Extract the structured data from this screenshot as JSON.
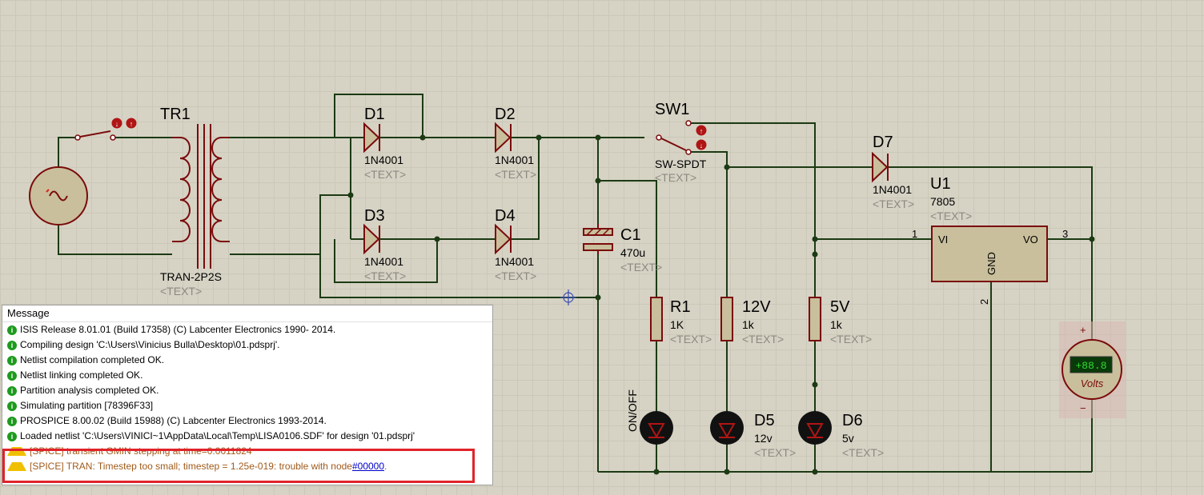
{
  "components": {
    "tr1": {
      "ref": "TR1",
      "value": "TRAN-2P2S",
      "text": "<TEXT>"
    },
    "d1": {
      "ref": "D1",
      "value": "1N4001",
      "text": "<TEXT>"
    },
    "d2": {
      "ref": "D2",
      "value": "1N4001",
      "text": "<TEXT>"
    },
    "d3": {
      "ref": "D3",
      "value": "1N4001",
      "text": "<TEXT>"
    },
    "d4": {
      "ref": "D4",
      "value": "1N4001",
      "text": "<TEXT>"
    },
    "d7": {
      "ref": "D7",
      "value": "1N4001",
      "text": "<TEXT>"
    },
    "sw1": {
      "ref": "SW1",
      "value": "SW-SPDT",
      "text": "<TEXT>"
    },
    "c1": {
      "ref": "C1",
      "value": "470u",
      "text": "<TEXT>"
    },
    "r1": {
      "ref": "R1",
      "value": "1K",
      "text": "<TEXT>"
    },
    "r12v": {
      "ref": "12V",
      "value": "1k",
      "text": "<TEXT>"
    },
    "r5v": {
      "ref": "5V",
      "value": "1k",
      "text": "<TEXT>"
    },
    "u1": {
      "ref": "U1",
      "value": "7805",
      "text": "<TEXT>",
      "pin_vi": "VI",
      "pin_vo": "VO",
      "pin_gnd": "GND",
      "pin1": "1",
      "pin2": "2",
      "pin3": "3"
    },
    "d5": {
      "ref": "D5",
      "value": "12v",
      "text": "<TEXT>"
    },
    "d6": {
      "ref": "D6",
      "value": "5v",
      "text": "<TEXT>"
    },
    "led_onoff": {
      "label": "ON/OFF"
    },
    "voltmeter": {
      "reading": "+88.8",
      "unit": "Volts",
      "plus": "+",
      "minus": "−"
    }
  },
  "messages": {
    "header": "Message",
    "items": [
      {
        "type": "info",
        "text": "ISIS Release 8.01.01 (Build 17358) (C) Labcenter Electronics 1990- 2014."
      },
      {
        "type": "info",
        "text": "Compiling design 'C:\\Users\\Vinicius Bulla\\Desktop\\01.pdsprj'."
      },
      {
        "type": "info",
        "text": "Netlist compilation completed OK."
      },
      {
        "type": "info",
        "text": "Netlist linking completed OK."
      },
      {
        "type": "info",
        "text": "Partition analysis completed OK."
      },
      {
        "type": "info",
        "text": "Simulating partition [78396F33]"
      },
      {
        "type": "info",
        "text": "PROSPICE 8.00.02 (Build 15988) (C) Labcenter Electronics 1993-2014."
      },
      {
        "type": "info",
        "text": "Loaded netlist 'C:\\Users\\VINICI~1\\AppData\\Local\\Temp\\LISA0106.SDF' for design '01.pdsprj'"
      },
      {
        "type": "warning",
        "text": "[SPICE] transient GMIN stepping at time=0.0011824"
      },
      {
        "type": "warning",
        "text": "[SPICE] TRAN:  Timestep too small; timestep = 1.25e-019: trouble with node ",
        "link": "#00000",
        "suffix": "."
      }
    ]
  },
  "colors": {
    "wire": "#1c3a13",
    "component": "#7a0b0b",
    "highlight": "#e0232a",
    "warning_text": "#a05a1a"
  }
}
